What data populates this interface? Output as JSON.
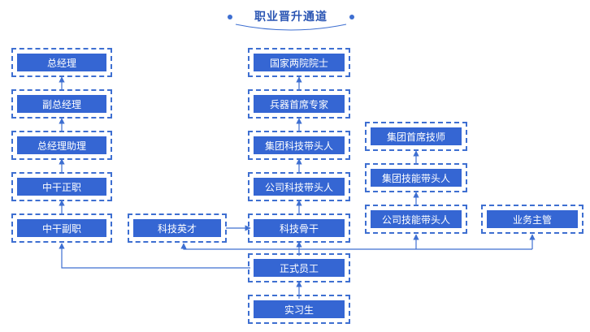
{
  "title": "职业晋升通道",
  "colors": {
    "accent": "#3566d3",
    "line": "#3e6fd1",
    "title": "#2a55b3"
  },
  "nodes": {
    "zjl": "总经理",
    "fzjl": "副总经理",
    "zjlzl": "总经理助理",
    "zgzz": "中干正职",
    "zgfz": "中干副职",
    "kjyc": "科技英才",
    "gjlyys": "国家两院院士",
    "bqsxzj": "兵器首席专家",
    "jtkjdtr": "集团科技带头人",
    "gskjdtr": "公司科技带头人",
    "kjgg": "科技骨干",
    "jtsxjs": "集团首席技师",
    "jtjndtr": "集团技能带头人",
    "gsjndtr": "公司技能带头人",
    "ywzg": "业务主管",
    "zsyg": "正式员工",
    "sxs": "实习生"
  }
}
